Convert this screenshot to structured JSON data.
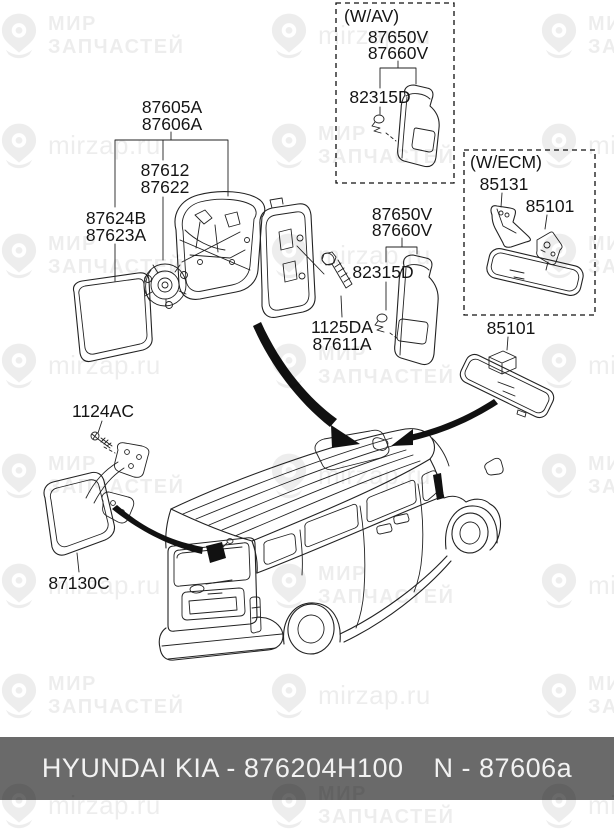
{
  "page": {
    "background": "#ffffff"
  },
  "footer": {
    "assembly_code": "HYUNDAI KIA - 876204H100",
    "ref_code": "N - 87606a",
    "bar_color": "#6a6a6a",
    "text_color": "#f2f2f2"
  },
  "watermark": {
    "brand_line1": "МИР",
    "brand_line2": "ЗАПЧАСТЕЙ",
    "site": "mirzap.ru"
  },
  "boxes": {
    "av_label": "(W/AV)",
    "ecm_label": "(W/ECM)"
  },
  "parts": {
    "mirror_assembly": {
      "line1": "87605A",
      "line2": "87606A"
    },
    "housing": {
      "line1": "87612",
      "line2": "87622"
    },
    "glass": {
      "line1": "87624B",
      "line2": "87623A"
    },
    "cover_av": {
      "line1": "87650V",
      "line2": "87660V"
    },
    "clip_av": "82315D",
    "cover": {
      "line1": "87650V",
      "line2": "87660V"
    },
    "clip": "82315D",
    "bolt": {
      "line1": "1125DA",
      "line2": "87611A"
    },
    "ecm_wire_cover": "85131",
    "ecm_mirror": "85101",
    "inside_mirror": "85101",
    "aux_screw": "1124AC",
    "aux_mirror": "87130C"
  }
}
